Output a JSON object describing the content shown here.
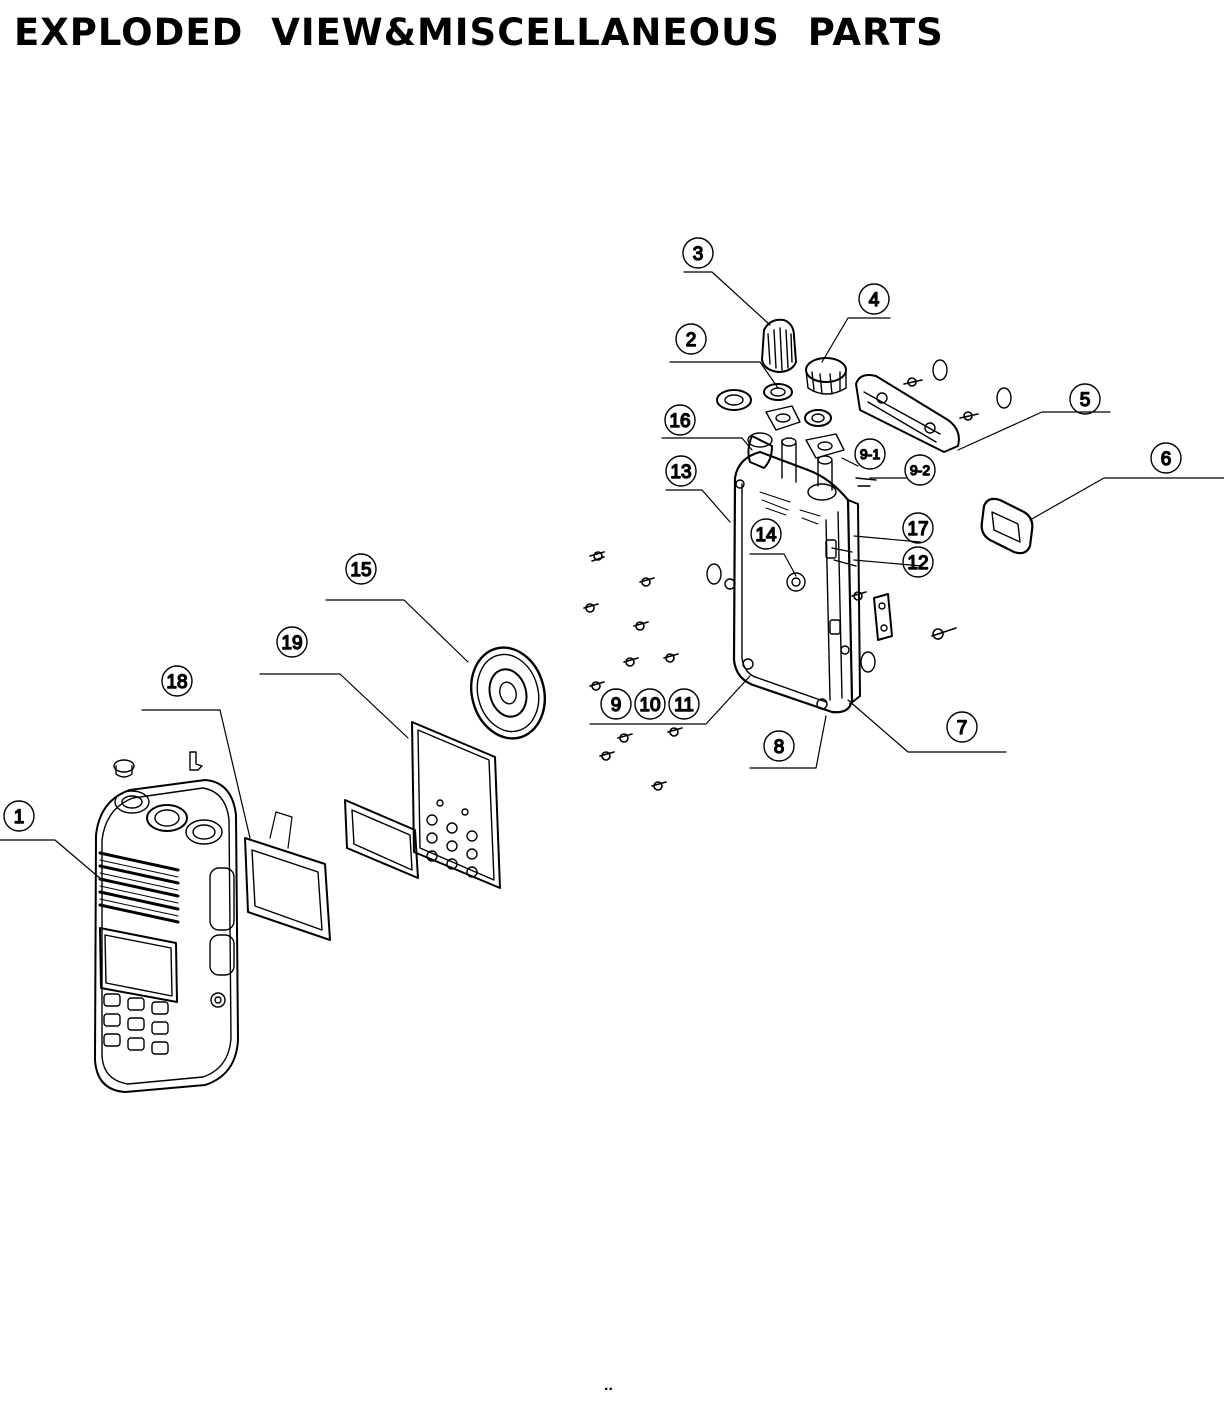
{
  "title": "EXPLODED  VIEW&MISCELLANEOUS  PARTS",
  "footer_mark": "..",
  "callouts": [
    {
      "id": "c1",
      "label": "1"
    },
    {
      "id": "c2",
      "label": "2"
    },
    {
      "id": "c3",
      "label": "3"
    },
    {
      "id": "c4",
      "label": "4"
    },
    {
      "id": "c5",
      "label": "5"
    },
    {
      "id": "c6",
      "label": "6"
    },
    {
      "id": "c7",
      "label": "7"
    },
    {
      "id": "c8",
      "label": "8"
    },
    {
      "id": "c9",
      "label": "9"
    },
    {
      "id": "c10",
      "label": "10"
    },
    {
      "id": "c11",
      "label": "11"
    },
    {
      "id": "c12",
      "label": "12"
    },
    {
      "id": "c13",
      "label": "13"
    },
    {
      "id": "c14",
      "label": "14"
    },
    {
      "id": "c15",
      "label": "15"
    },
    {
      "id": "c16",
      "label": "16"
    },
    {
      "id": "c17",
      "label": "17"
    },
    {
      "id": "c18",
      "label": "18"
    },
    {
      "id": "c19",
      "label": "19"
    },
    {
      "id": "c9_1",
      "label": "9-1"
    },
    {
      "id": "c9_2",
      "label": "9-2"
    }
  ],
  "colors": {
    "line": "#000000",
    "background": "#ffffff"
  }
}
